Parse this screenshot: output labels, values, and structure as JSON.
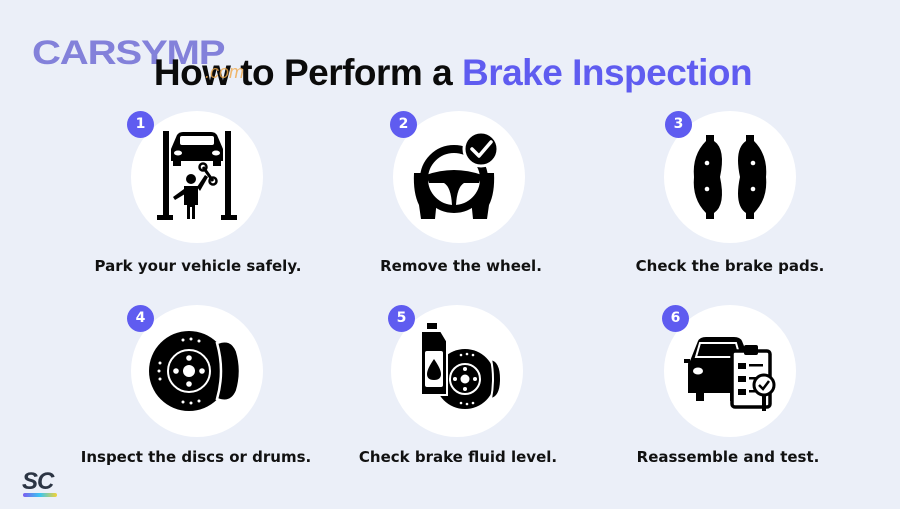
{
  "watermark": {
    "brand": "CARSYMP",
    "suffix": ".com"
  },
  "title": {
    "part1": "How to Perform a ",
    "accent": "Brake Inspection"
  },
  "colors": {
    "accent": "#5f5cf0",
    "background": "#ebeff8",
    "circle": "#ffffff",
    "text": "#111111"
  },
  "steps": [
    {
      "number": "1",
      "label": "Park your vehicle safely.",
      "icon": "car-lift-mechanic-icon"
    },
    {
      "number": "2",
      "label": "Remove the wheel.",
      "icon": "steering-wheel-check-icon"
    },
    {
      "number": "3",
      "label": "Check the brake pads.",
      "icon": "brake-pads-icon"
    },
    {
      "number": "4",
      "label": "Inspect the discs or drums.",
      "icon": "brake-disc-icon"
    },
    {
      "number": "5",
      "label": "Check brake fluid level.",
      "icon": "brake-fluid-icon"
    },
    {
      "number": "6",
      "label": "Reassemble and test.",
      "icon": "car-checklist-icon"
    }
  ],
  "footer_logo": {
    "text": "SC"
  }
}
